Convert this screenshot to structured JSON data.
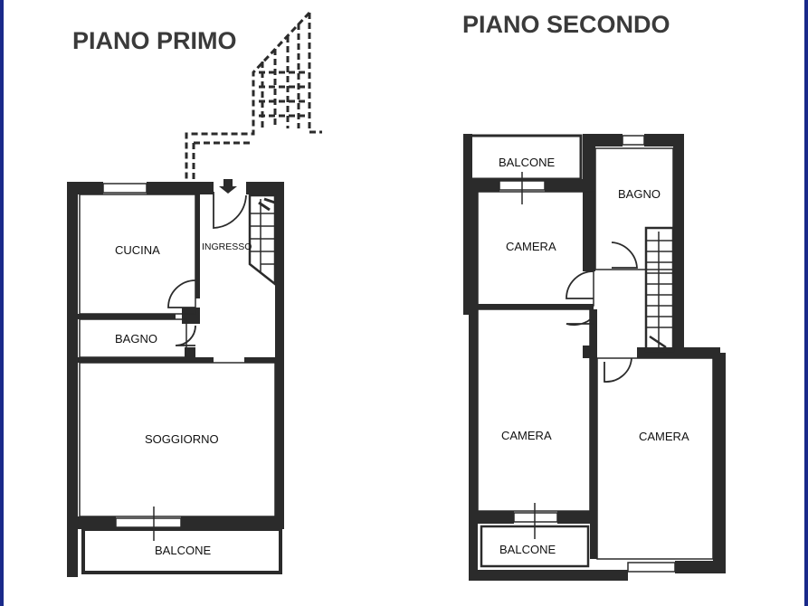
{
  "titles": {
    "first_floor": "PIANO PRIMO",
    "second_floor": "PIANO SECONDO"
  },
  "first_floor_rooms": {
    "kitchen": "CUCINA",
    "entrance": "INGRESSO",
    "bathroom": "BAGNO",
    "living": "SOGGIORNO",
    "balcony": "BALCONE"
  },
  "second_floor_rooms": {
    "balcony_top": "BALCONE",
    "bathroom": "BAGNO",
    "bedroom_top": "CAMERA",
    "bedroom_left": "CAMERA",
    "bedroom_right": "CAMERA",
    "balcony_bottom": "BALCONE"
  },
  "colors": {
    "wall": "#2b2b2b",
    "border": "#1a2a8a",
    "title": "#3a3a3a"
  }
}
